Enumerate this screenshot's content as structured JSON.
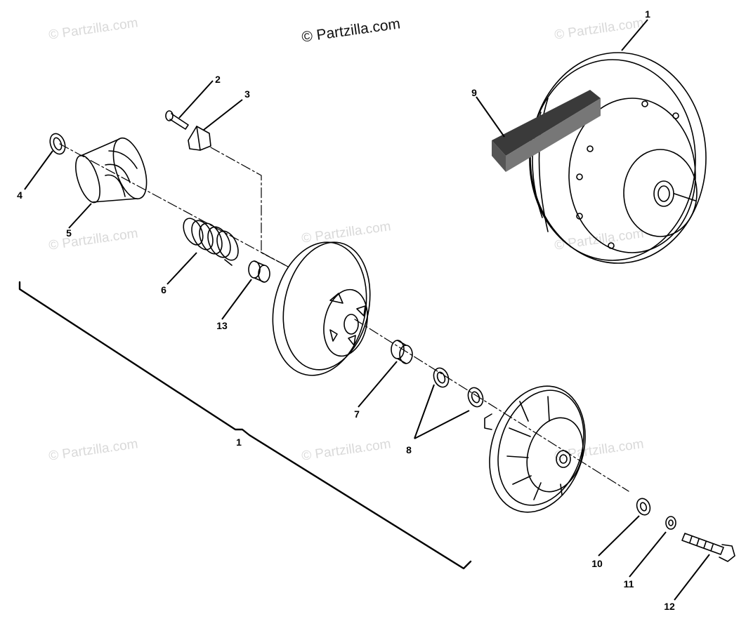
{
  "copyright": "© Partzilla.com",
  "watermark": "© Partzilla.com",
  "labels": [
    "1",
    "2",
    "3",
    "4",
    "5",
    "6",
    "7",
    "8",
    "9",
    "10",
    "11",
    "12",
    "13",
    "1"
  ],
  "colors": {
    "line": "#000000",
    "watermark": "#d9d9d9",
    "belt": "#3a3a3a"
  }
}
